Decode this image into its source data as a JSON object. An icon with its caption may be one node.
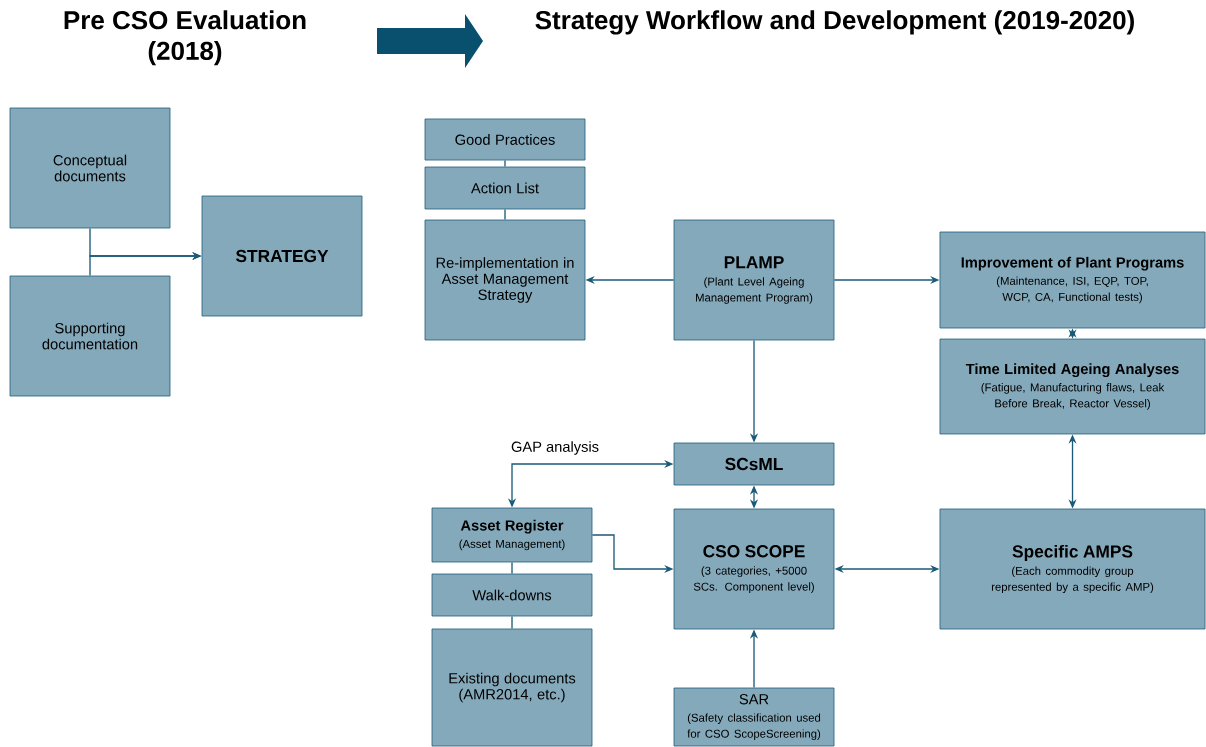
{
  "diagram": {
    "nodes": [
      {
        "text": [
          "Conceptual documents"
        ]
      },
      {
        "text": [
          "Supporting documentation"
        ]
      },
      {
        "text": [
          "STRATEGY"
        ]
      },
      {
        "text": [
          "Good Practices"
        ]
      },
      {
        "text": [
          "Action List"
        ]
      },
      {
        "text": [
          "Re-implementation in Asset Management Strategy"
        ]
      },
      {
        "text": [
          "PLAMP",
          "(Plant Level Ageing Management Program)"
        ]
      },
      {
        "text": [
          "Improvement of Plant Programs",
          "(Maintenance, ISI, EQP, TOP, WCP, CA, Functional tests)"
        ]
      },
      {
        "text": [
          "Time Limited Ageing Analyses",
          "(Fatigue, Manufacturing flaws, Leak Before Break, Reactor Vessel)"
        ]
      },
      {
        "text": [
          "SCsML"
        ]
      },
      {
        "text": [
          "Asset Register",
          "(Asset Management)"
        ]
      },
      {
        "text": [
          "Walk-downs"
        ]
      },
      {
        "text": [
          "Existing documents (AMR2014, etc.)"
        ]
      },
      {
        "text": [
          "CSO SCOPE",
          "(3 categories, +5000 SCs. Component level)"
        ]
      },
      {
        "text": [
          "Specific AMPS",
          "(Each commodity group represented by a specific AMP)"
        ]
      },
      {
        "text": [
          "SAR",
          "(Safety classification used for CSO ScopeScreening)"
        ]
      }
    ],
    "edges": [
      {
        "from": 0,
        "to": 2,
        "arrow": "to"
      },
      {
        "from": 1,
        "to": 2,
        "arrow": "to"
      },
      {
        "from": 3,
        "to": 4,
        "arrow": "none"
      },
      {
        "from": 4,
        "to": 5,
        "arrow": "none"
      },
      {
        "from": 6,
        "to": 5,
        "arrow": "to"
      },
      {
        "from": 6,
        "to": 7,
        "arrow": "to"
      },
      {
        "from": 6,
        "to": 9,
        "arrow": "to"
      },
      {
        "from": 7,
        "to": 8,
        "arrow": "both"
      },
      {
        "from": 8,
        "to": 14,
        "arrow": "both"
      },
      {
        "from": 9,
        "to": 13,
        "arrow": "both"
      },
      {
        "from": 10,
        "to": 9,
        "arrow": "both",
        "label": "GAP analysis"
      },
      {
        "from": 10,
        "to": 13,
        "arrow": "to"
      },
      {
        "from": 10,
        "to": 11,
        "arrow": "none"
      },
      {
        "from": 11,
        "to": 12,
        "arrow": "none"
      },
      {
        "from": 13,
        "to": 14,
        "arrow": "both"
      },
      {
        "from": 15,
        "to": 13,
        "arrow": "to"
      }
    ],
    "labels": [
      "Pre CSO Evaluation (2018)",
      "Strategy Workflow and Development (2019-2020)"
    ]
  }
}
